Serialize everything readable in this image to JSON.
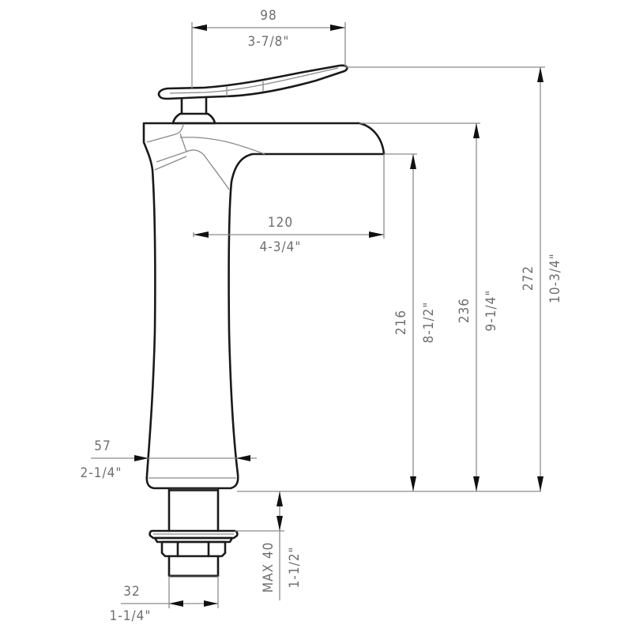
{
  "drawing": {
    "subject": "single-handle vessel faucet side elevation",
    "line_color": "#1a1a1a",
    "dimension_color": "#8c8c8c",
    "text_color": "#6e6e6e"
  },
  "dimensions": {
    "handle_width": {
      "mm": "98",
      "inch": "3-7/8\""
    },
    "spout_reach": {
      "mm": "120",
      "inch": "4-3/4\""
    },
    "spout_height": {
      "mm": "216",
      "inch": "8-1/2\""
    },
    "body_height": {
      "mm": "236",
      "inch": "9-1/4\""
    },
    "overall_height": {
      "mm": "272",
      "inch": "10-3/4\""
    },
    "base_diameter": {
      "mm": "57",
      "inch": "2-1/4\""
    },
    "shank_diameter": {
      "mm": "32",
      "inch": "1-1/4\""
    },
    "max_deck_thickness": {
      "mm": "MAX 40",
      "inch": "1-1/2\""
    }
  }
}
